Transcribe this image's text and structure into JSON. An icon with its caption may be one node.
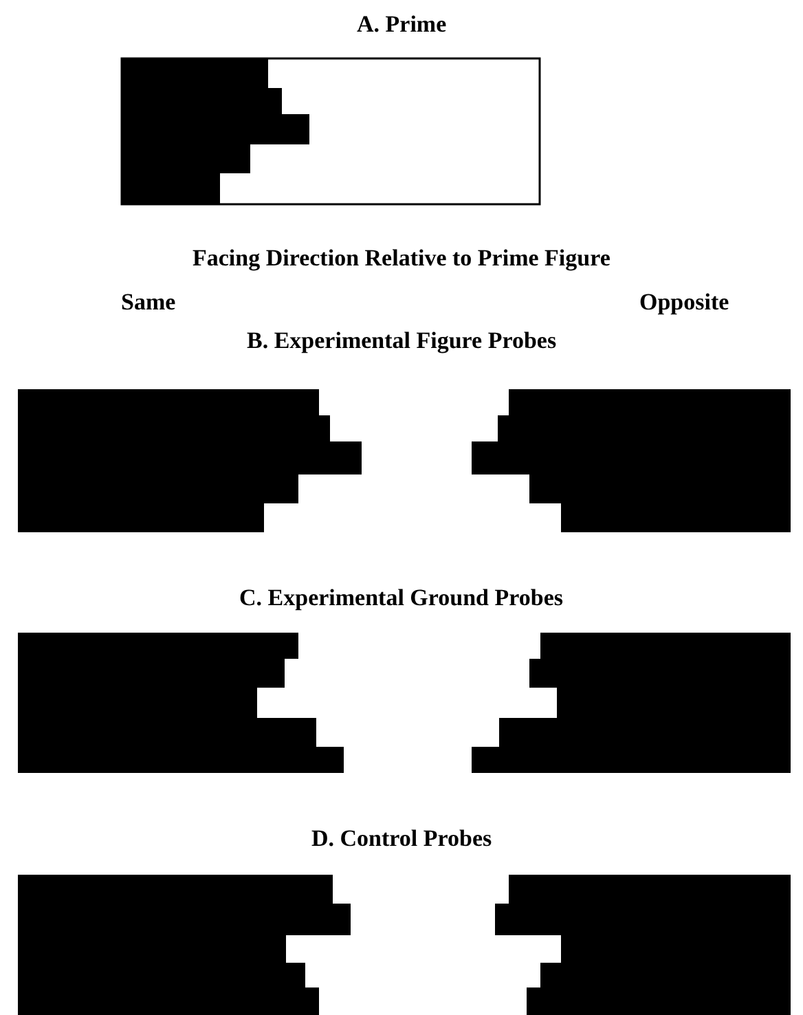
{
  "diagram": {
    "labels": [
      "A. Prime",
      "Facing Direction Relative to Prime Figure",
      "Same",
      "Opposite",
      "B. Experimental Figure Probes",
      "C. Experimental Ground Probes",
      "D. Control Probes"
    ]
  }
}
